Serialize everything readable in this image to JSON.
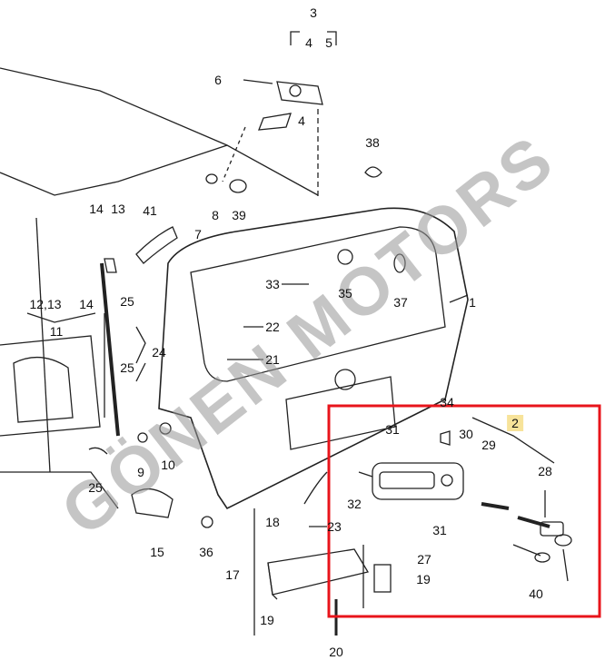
{
  "diagram": {
    "watermark": "GÖNEN MOTORS",
    "highlight_color": "#e8141b",
    "selected_part": "2",
    "labels": [
      "3",
      "4",
      "5",
      "6",
      "4",
      "38",
      "14",
      "13",
      "41",
      "8",
      "39",
      "7",
      "12,13",
      "14",
      "11",
      "25",
      "33",
      "35",
      "37",
      "1",
      "22",
      "21",
      "24",
      "25",
      "34",
      "2",
      "31",
      "30",
      "29",
      "28",
      "9",
      "10",
      "25",
      "32",
      "15",
      "36",
      "18",
      "23",
      "31",
      "27",
      "17",
      "19",
      "19",
      "40",
      "20"
    ]
  }
}
